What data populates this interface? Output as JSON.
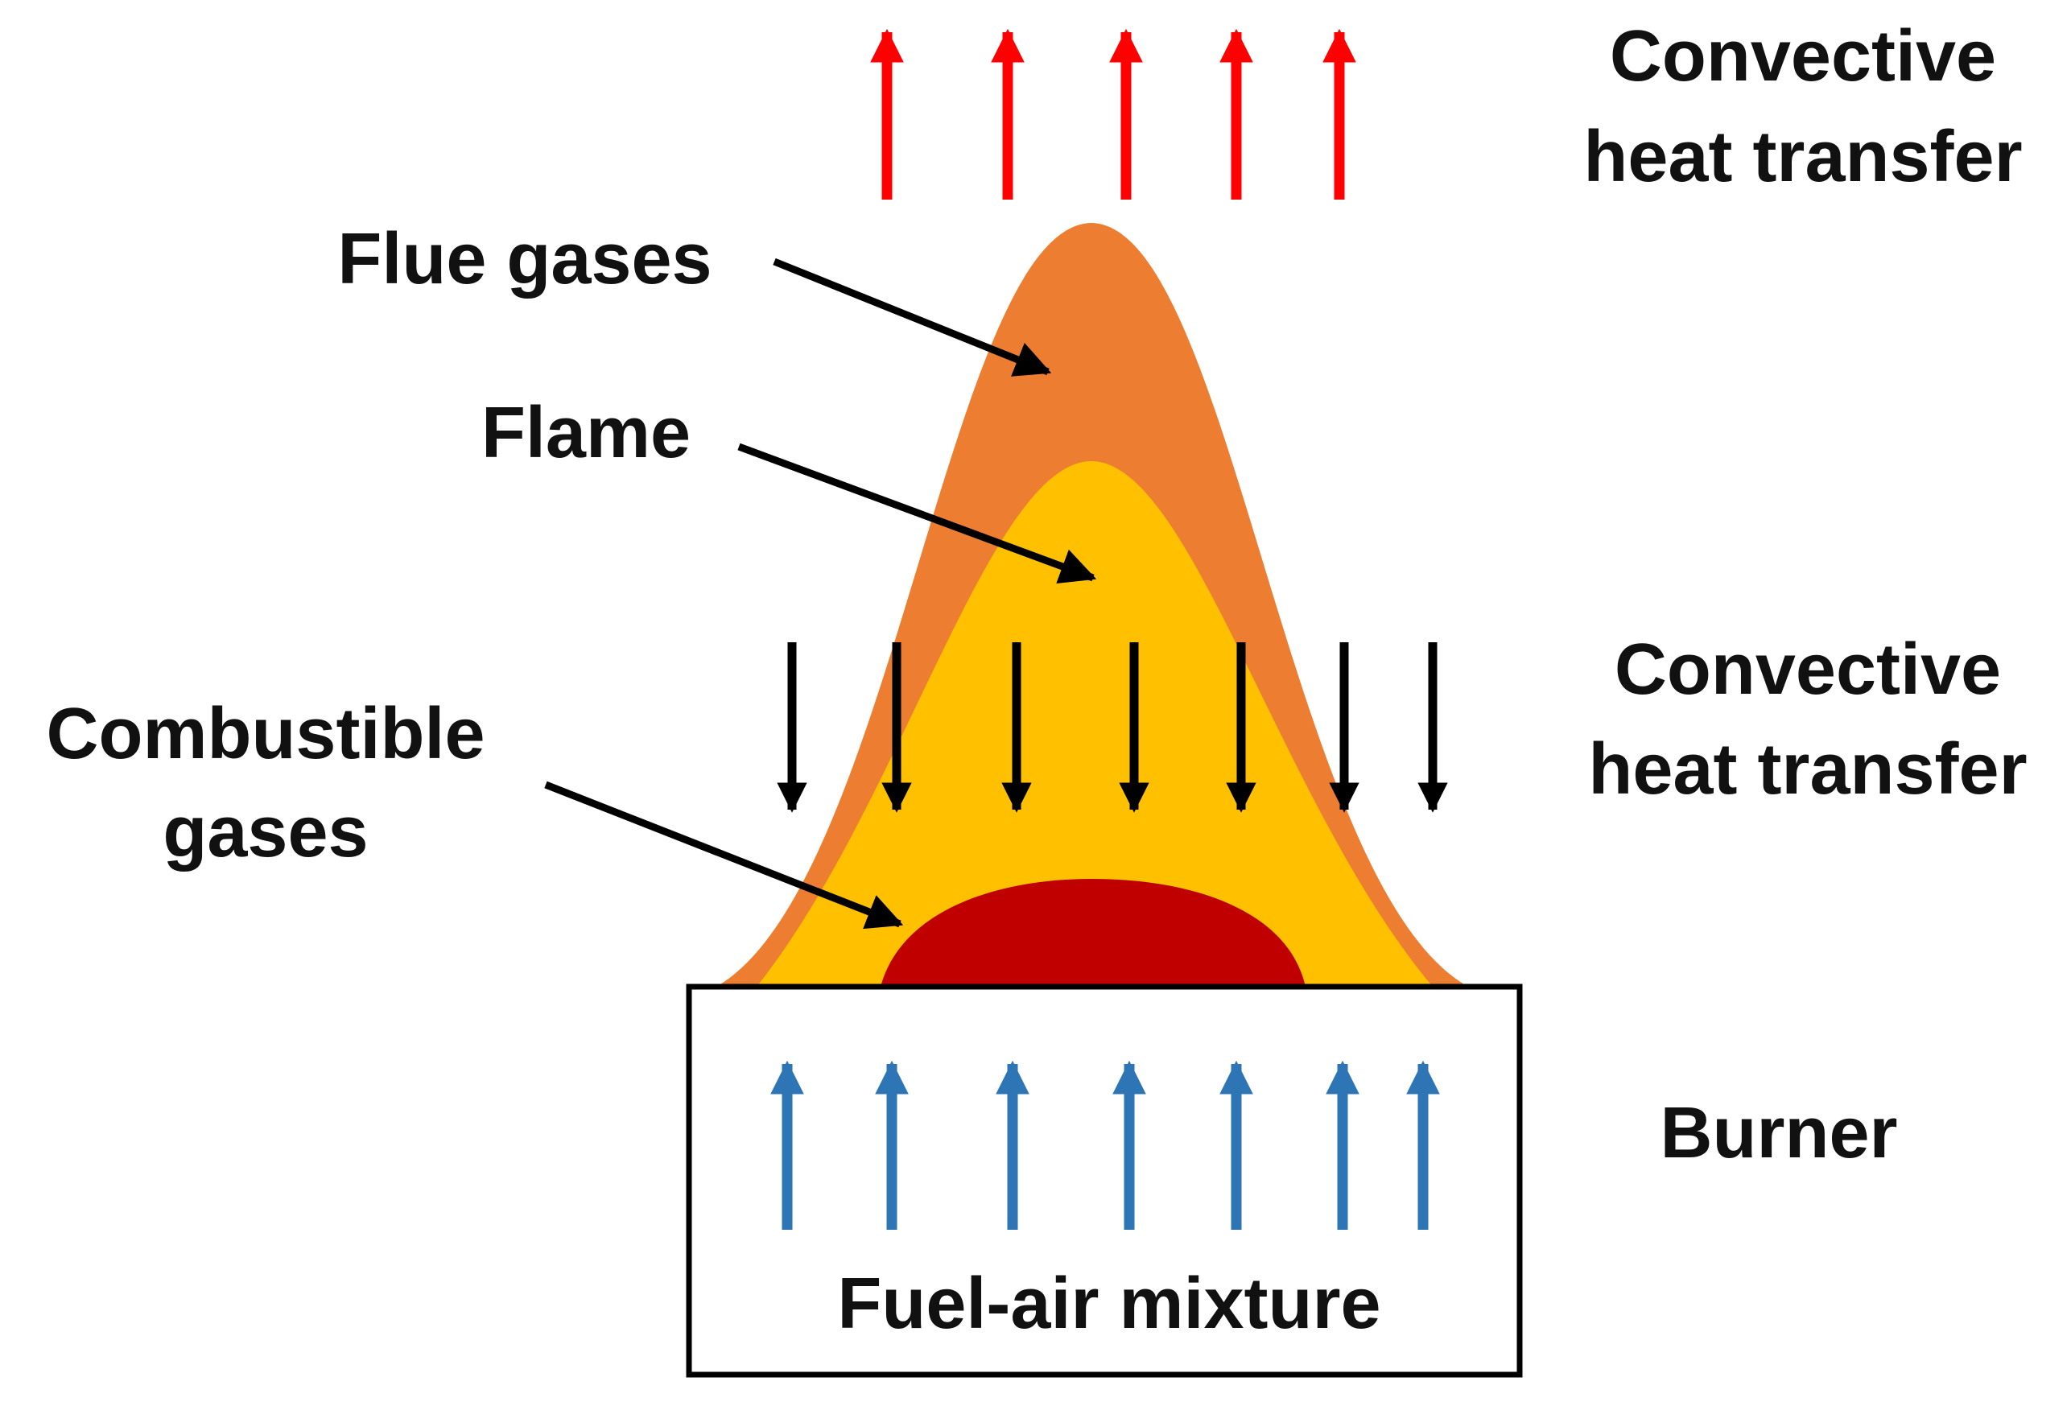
{
  "labels": {
    "convective_top_line1": "Convective",
    "convective_top_line2": "heat transfer",
    "flue_gases": "Flue gases",
    "flame": "Flame",
    "combustible_line1": "Combustible",
    "combustible_line2": "gases",
    "convective_mid_line1": "Convective",
    "convective_mid_line2": "heat transfer",
    "burner": "Burner",
    "fuel_air_mixture": "Fuel-air mixture"
  },
  "colors": {
    "flue_gases": "#ED7D31",
    "flame": "#FFC000",
    "combustible_gases": "#C00000",
    "convective_up_arrows": "#FF0000",
    "convective_down_arrows": "#000000",
    "fuel_air_arrows": "#2E75B6",
    "burner_outline": "#000000"
  }
}
